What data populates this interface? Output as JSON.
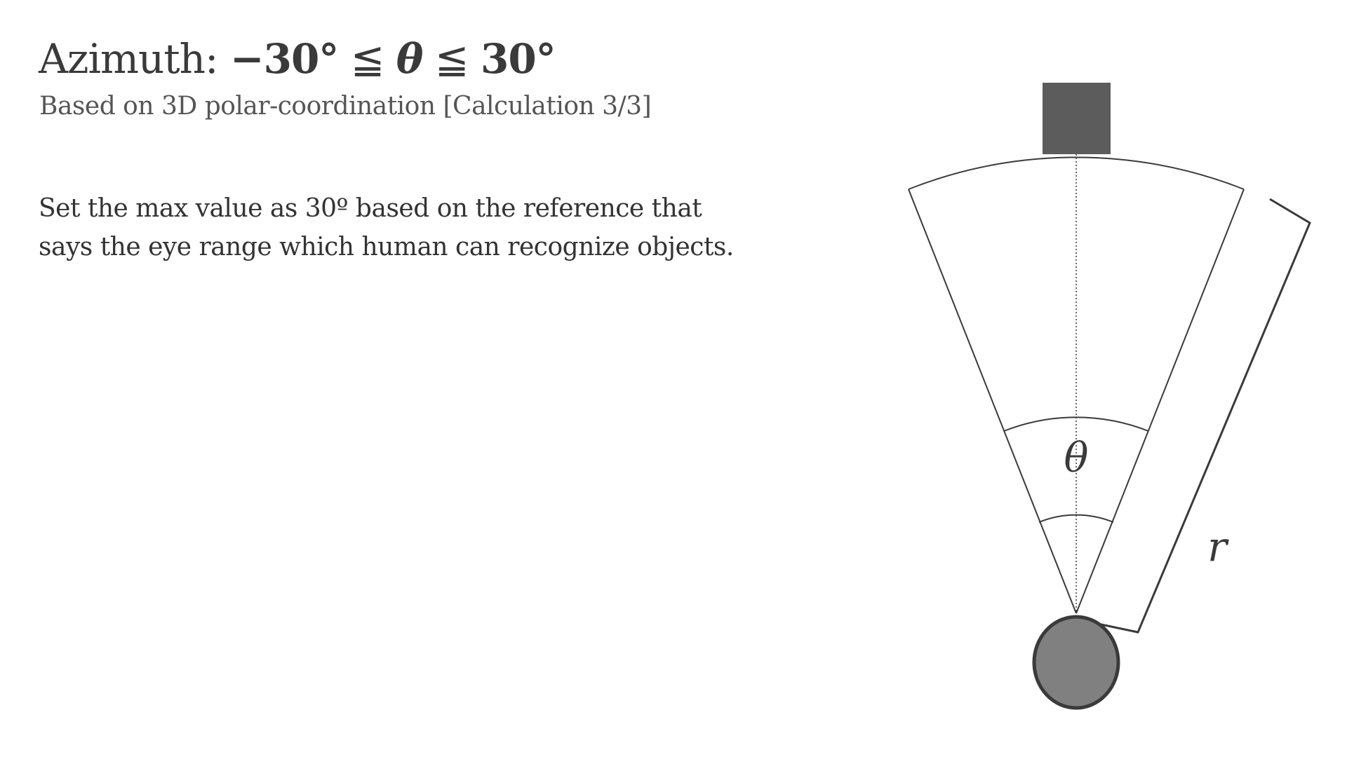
{
  "title": {
    "prefix": "Azimuth: ",
    "lower": "−30°",
    "op1": " ≦ ",
    "symbol": "θ",
    "op2": " ≦ ",
    "upper": "30°"
  },
  "subtitle": "Based on 3D polar-coordination [Calculation 3/3]",
  "description": {
    "line1": "Set the max value as 30º based on the reference that",
    "line2": "says the eye range which human can recognize objects."
  },
  "diagram": {
    "angle_label": "θ",
    "radius_label": "r",
    "colors": {
      "line": "#3a3a3a",
      "target_fill": "#5c5c5c",
      "observer_fill": "#808080",
      "observer_stroke": "#3a3a3a"
    }
  }
}
